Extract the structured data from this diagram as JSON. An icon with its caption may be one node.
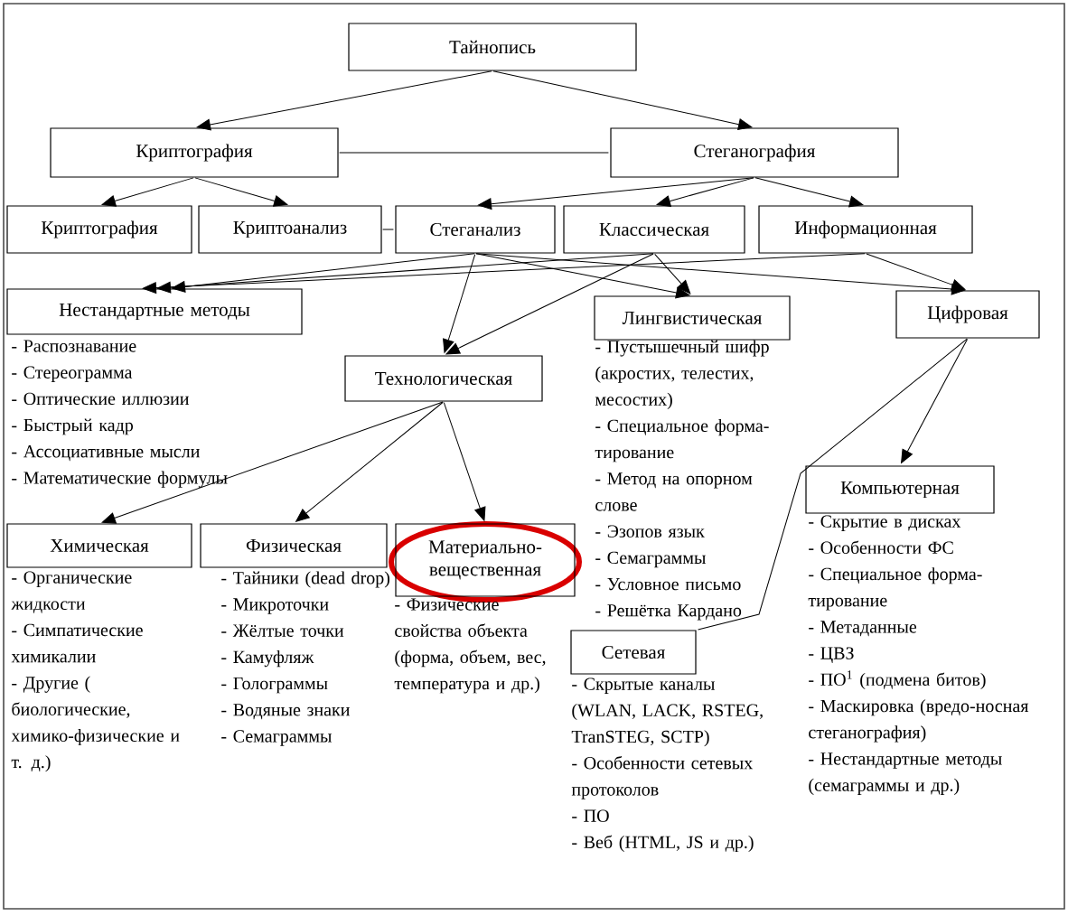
{
  "diagram": {
    "nodes": [
      {
        "text": [
          "Тайнопись"
        ]
      },
      {
        "text": [
          "Криптография"
        ]
      },
      {
        "text": [
          "Стеганография"
        ]
      },
      {
        "text": [
          "Криптография"
        ]
      },
      {
        "text": [
          "Криптоанализ"
        ]
      },
      {
        "text": [
          "Стеганализ"
        ]
      },
      {
        "text": [
          "Классическая"
        ]
      },
      {
        "text": [
          "Информационная"
        ]
      },
      {
        "text": [
          "Нестандартные методы"
        ],
        "beside": [
          "- Распознавание",
          "- Стереограмма",
          "- Оптические иллюзии",
          "- Быстрый кадр",
          "- Ассоциативные мысли",
          "- Математические формулы"
        ]
      },
      {
        "text": [
          "Лингвистическая"
        ],
        "beside": [
          "- Пустышечный шифр (акростих, телестих, месостих)",
          "- Специальное форма-тирование",
          "- Метод на опорном слове",
          "- Эзопов язык",
          "- Семаграммы",
          "- Условное письмо",
          "- Решётка Кардано"
        ]
      },
      {
        "text": [
          "Цифровая"
        ]
      },
      {
        "text": [
          "Технологическая"
        ]
      },
      {
        "text": [
          "Химическая"
        ],
        "beside": [
          "- Органические жидкости",
          "- Симпатические химикалии",
          "- Другие ( биологические, химико-физические и т. д.)"
        ]
      },
      {
        "text": [
          "Физическая"
        ],
        "beside": [
          "- Тайники (dead drop)",
          "- Микроточки",
          "- Жёлтые точки",
          "- Камуфляж",
          "- Голограммы",
          "- Водяные знаки",
          "- Семаграммы"
        ]
      },
      {
        "text": [
          "Материально-вещественная"
        ],
        "beside": [
          "- Физические свойства объекта (форма, объем, вес, температура и др.)"
        ]
      },
      {
        "text": [
          "Компьютерная"
        ],
        "beside": [
          "- Скрытие в дисках",
          "- Особенности ФС",
          "- Специальное форма-тирование",
          "- Метаданные",
          "- ЦВЗ",
          "- ПО$^{1}$ (подмена битов)",
          "- Маскировка (вредо-носная стеганография)",
          "- Нестандартные методы (семаграммы и др.)"
        ]
      },
      {
        "text": [
          "Сетевая"
        ],
        "beside": [
          "- Скрытые каналы (WLAN, LACK, RSTEG, TranSTEG, SCTP)",
          "- Особенности сетевых протоколов",
          "- ПО",
          "- Веб (HTML, JS и др.)"
        ]
      }
    ],
    "edges": [
      {
        "from": 0,
        "to": 1,
        "arrow": "to"
      },
      {
        "from": 0,
        "to": 2,
        "arrow": "to"
      },
      {
        "from": 1,
        "to": 2,
        "arrow": "none"
      },
      {
        "from": 1,
        "to": 3,
        "arrow": "to"
      },
      {
        "from": 1,
        "to": 4,
        "arrow": "to"
      },
      {
        "from": 4,
        "to": 5,
        "arrow": "none"
      },
      {
        "from": 2,
        "to": 5,
        "arrow": "to"
      },
      {
        "from": 2,
        "to": 6,
        "arrow": "to"
      },
      {
        "from": 2,
        "to": 7,
        "arrow": "to"
      },
      {
        "from": 5,
        "to": 8,
        "arrow": "to"
      },
      {
        "from": 6,
        "to": 8,
        "arrow": "to"
      },
      {
        "from": 7,
        "to": 8,
        "arrow": "to"
      },
      {
        "from": 5,
        "to": 9,
        "arrow": "to"
      },
      {
        "from": 6,
        "to": 9,
        "arrow": "to"
      },
      {
        "from": 5,
        "to": 10,
        "arrow": "to"
      },
      {
        "from": 7,
        "to": 10,
        "arrow": "to"
      },
      {
        "from": 5,
        "to": 11,
        "arrow": "to"
      },
      {
        "from": 6,
        "to": 11,
        "arrow": "to"
      },
      {
        "from": 11,
        "to": 12,
        "arrow": "to"
      },
      {
        "from": 11,
        "to": 13,
        "arrow": "to"
      },
      {
        "from": 11,
        "to": 14,
        "arrow": "to"
      },
      {
        "from": 10,
        "to": 15,
        "arrow": "to"
      },
      {
        "from": 10,
        "to": 16,
        "arrow": "none"
      }
    ]
  }
}
